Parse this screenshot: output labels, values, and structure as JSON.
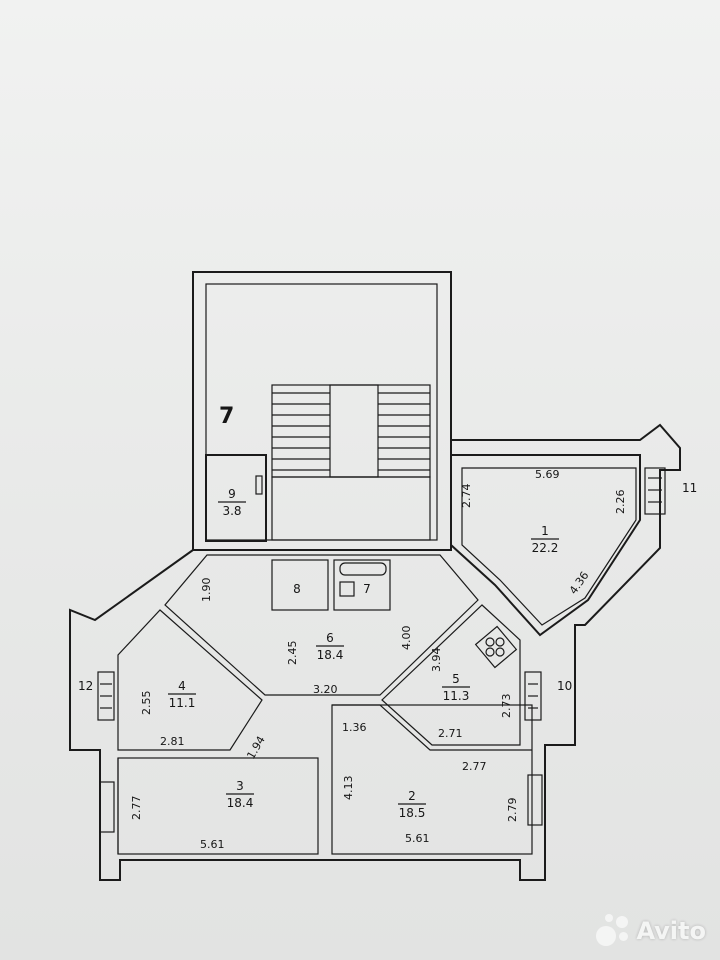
{
  "handwritten_mark": "7",
  "rooms": [
    {
      "id": "r1",
      "number": "1",
      "area": "22.2"
    },
    {
      "id": "r2",
      "number": "2",
      "area": "18.5"
    },
    {
      "id": "r3",
      "number": "3",
      "area": "18.4"
    },
    {
      "id": "r4",
      "number": "4",
      "area": "11.1"
    },
    {
      "id": "r5",
      "number": "5",
      "area": "11.3"
    },
    {
      "id": "r6",
      "number": "6",
      "area": "18.4"
    },
    {
      "id": "r7",
      "number": "7"
    },
    {
      "id": "r8",
      "number": "8"
    },
    {
      "id": "r9",
      "number": "9",
      "area": "3.8"
    }
  ],
  "balconies": [
    "10",
    "11",
    "12"
  ],
  "dimensions": [
    "5.69",
    "2.74",
    "2.26",
    "4.36",
    "1.90",
    "2.45",
    "4.00",
    "3.94",
    "2.73",
    "2.71",
    "2.77",
    "2.79",
    "2.55",
    "2.81",
    "1.94",
    "3.20",
    "1.36",
    "4.13",
    "2.77",
    "5.61",
    "5.61"
  ],
  "watermark": {
    "text": "Avito",
    "color": "#f7f7f7"
  }
}
